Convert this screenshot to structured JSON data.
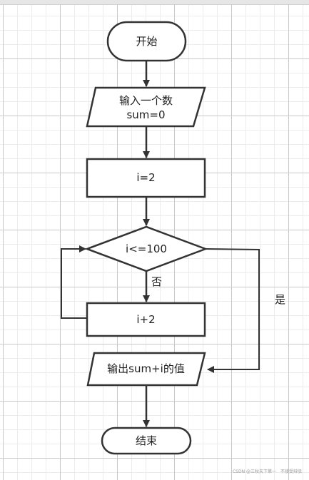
{
  "flowchart": {
    "start": "开始",
    "input_line1": "输入一个数",
    "input_line2": "sum=0",
    "init": "i=2",
    "condition": "i<=100",
    "branch_no": "否",
    "branch_yes": "是",
    "increment": "i+2",
    "output": "输出sum+i的值",
    "end": "结束"
  },
  "watermark": "CSDN @三秋天下第一　不接受辩驳",
  "colors": {
    "stroke": "#333333",
    "background": "#ffffff",
    "grid": "#e6e6e6"
  }
}
